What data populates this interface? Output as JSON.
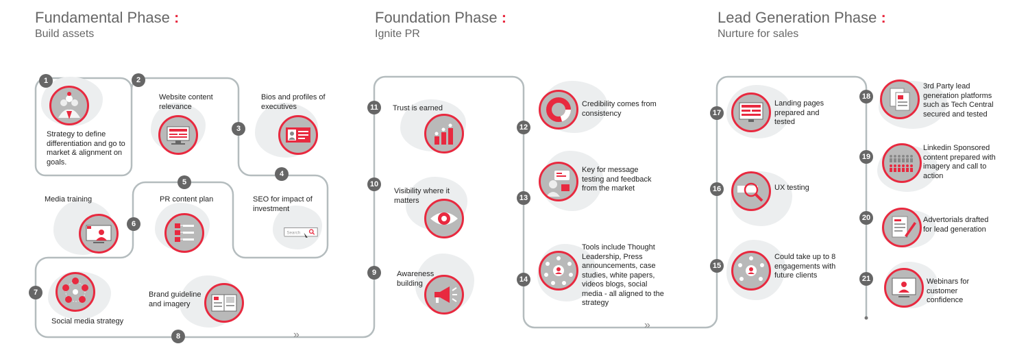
{
  "phases": [
    {
      "title": "Fundamental Phase",
      "colon": ":",
      "subtitle": "Build assets"
    },
    {
      "title": "Foundation Phase",
      "colon": ":",
      "subtitle": "Ignite PR"
    },
    {
      "title": "Lead Generation Phase",
      "colon": ":",
      "subtitle": "Nurture for sales"
    }
  ],
  "steps": [
    {
      "num": "1",
      "label": "Strategy to define differentiation and go to market & alignment on goals.",
      "icon": "strategy-people-icon"
    },
    {
      "num": "2",
      "label": "Website content relevance",
      "icon": "website-monitor-icon"
    },
    {
      "num": "3",
      "label": "Bios and profiles of executives",
      "icon": "profile-card-icon"
    },
    {
      "num": "4",
      "label": "SEO for impact of investment",
      "icon": "search-bar-icon",
      "icon_text": "Search"
    },
    {
      "num": "5",
      "label": "PR content plan",
      "icon": "content-plan-icon"
    },
    {
      "num": "6",
      "label": "Media training",
      "icon": "media-presentation-icon"
    },
    {
      "num": "7",
      "label": "Social media strategy",
      "icon": "social-media-icon"
    },
    {
      "num": "8",
      "label": "Brand guideline and imagery",
      "icon": "brand-book-icon"
    },
    {
      "num": "9",
      "label": "Awareness building",
      "icon": "megaphone-icon"
    },
    {
      "num": "10",
      "label": "Visibility where it matters",
      "icon": "eye-icon"
    },
    {
      "num": "11",
      "label": "Trust is earned",
      "icon": "growth-bars-icon"
    },
    {
      "num": "12",
      "label": "Credibility comes from consistency",
      "icon": "donut-chart-icon"
    },
    {
      "num": "13",
      "label": "Key for message testing and feedback from the market",
      "icon": "message-feedback-icon"
    },
    {
      "num": "14",
      "label": "Tools include Thought Leadership, Press announcements, case studies, white papers, videos blogs, social media  - all aligned to the strategy",
      "icon": "network-tools-icon"
    },
    {
      "num": "15",
      "label": "Could take up to 8 engagements with future clients",
      "icon": "engagement-network-icon"
    },
    {
      "num": "16",
      "label": "UX testing",
      "icon": "ux-magnifier-icon"
    },
    {
      "num": "17",
      "label": "Landing pages prepared and tested",
      "icon": "landing-page-icon"
    },
    {
      "num": "18",
      "label": "3rd Party lead generation platforms such as Tech Central secured and tested",
      "icon": "documents-icon"
    },
    {
      "num": "19",
      "label": "Linkedin Sponsored content prepared with imagery and call to action",
      "icon": "audience-grid-icon"
    },
    {
      "num": "20",
      "label": "Advertorials drafted for lead generation",
      "icon": "advertorial-pen-icon"
    },
    {
      "num": "21",
      "label": "Webinars for customer confidence",
      "icon": "webinar-icon"
    }
  ],
  "arrows": [
    "»",
    "»"
  ],
  "colors": {
    "accent": "#e8293f",
    "path": "#b4bcbe",
    "icon_bg": "#b9b9b9",
    "badge": "#666666",
    "blob": "#eceeef"
  }
}
